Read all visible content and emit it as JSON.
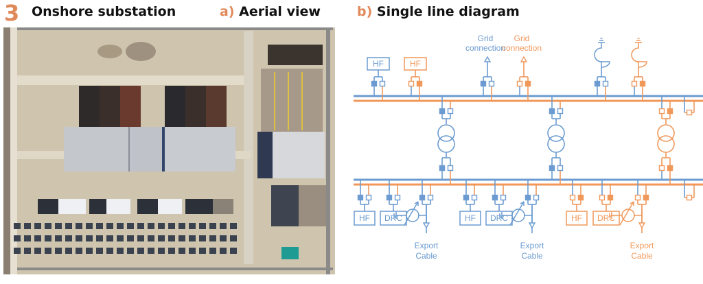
{
  "figure": {
    "number": "3",
    "title": "Onshore substation"
  },
  "panel_a": {
    "letter": "a)",
    "title": "Aerial view",
    "image_description": "Aerial photograph of an onshore substation with large grey-roofed halls, transformer bays, switchyard and rows of reactors/cooling equipment"
  },
  "panel_b": {
    "letter": "b)",
    "title": "Single line diagram",
    "colors": {
      "blue": "#6b9bd0",
      "orange": "#f0985a"
    },
    "top_feeders": [
      {
        "label": "HF",
        "color": "blue",
        "type": "filter"
      },
      {
        "label": "HF",
        "color": "orange",
        "type": "filter"
      },
      {
        "label_line1": "Grid",
        "label_line2": "connection",
        "color": "blue",
        "type": "grid"
      },
      {
        "label_line1": "Grid",
        "label_line2": "connection",
        "color": "orange",
        "type": "grid"
      },
      {
        "color": "blue",
        "type": "compensation"
      },
      {
        "color": "orange",
        "type": "compensation"
      }
    ],
    "transformers": [
      {
        "color": "blue"
      },
      {
        "color": "blue"
      },
      {
        "color": "orange"
      }
    ],
    "bottom_feeders": [
      {
        "label": "HF",
        "color": "blue"
      },
      {
        "label": "DRC",
        "color": "blue"
      },
      {
        "label_line1": "Export",
        "label_line2": "Cable",
        "color": "blue",
        "type": "export"
      },
      {
        "label": "HF",
        "color": "blue"
      },
      {
        "label": "DRC",
        "color": "blue"
      },
      {
        "label_line1": "Export",
        "label_line2": "Cable",
        "color": "blue",
        "type": "export"
      },
      {
        "label": "HF",
        "color": "orange"
      },
      {
        "label": "DRC",
        "color": "orange"
      },
      {
        "label_line1": "Export",
        "label_line2": "Cable",
        "color": "orange",
        "type": "export"
      }
    ]
  }
}
